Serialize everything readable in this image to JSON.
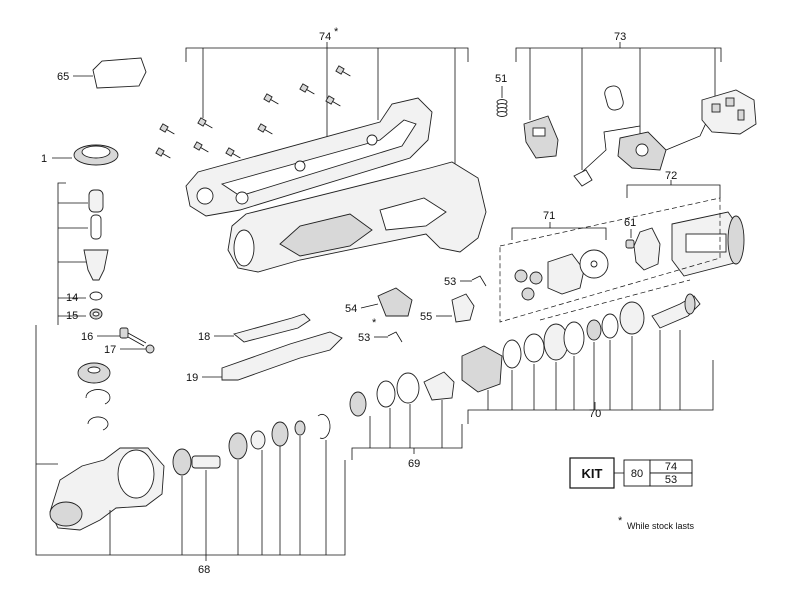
{
  "callouts": {
    "c1": "1",
    "c14": "14",
    "c15": "15",
    "c16": "16",
    "c17": "17",
    "c18": "18",
    "c19": "19",
    "c51": "51",
    "c53a": "53",
    "c53b": "53",
    "c53star": "*",
    "c54": "54",
    "c55": "55",
    "c61": "61",
    "c65": "65",
    "c68": "68",
    "c69": "69",
    "c70": "70",
    "c71": "71",
    "c72": "72",
    "c73": "73",
    "c74": "74",
    "c74star": "*"
  },
  "kit": {
    "label": "KIT",
    "number": "80",
    "contents": [
      "74",
      "53"
    ]
  },
  "footnote": {
    "mark": "*",
    "text": "While stock lasts"
  }
}
